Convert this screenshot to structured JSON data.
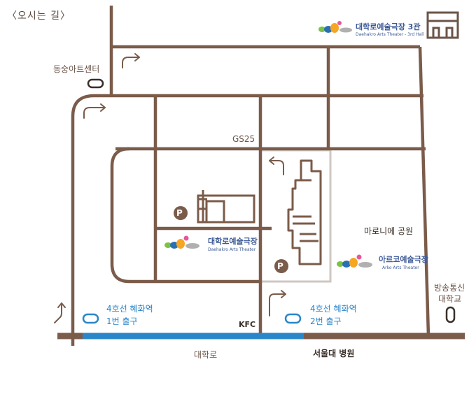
{
  "title": "〈오시는 길〉",
  "labels": {
    "dongsung_art_center": "동숭아트센터",
    "gs25": "GS25",
    "maronie_park": "마로니에 공원",
    "broadcast_univ_1": "방송통신",
    "broadcast_univ_2": "대학교",
    "kfc": "KFC",
    "daehak_ro": "대학로",
    "snu_hospital": "서울대 병원"
  },
  "exits": {
    "exit1_line": "4호선 혜화역",
    "exit1_num": "1번 출구",
    "exit2_line": "4호선 혜화역",
    "exit2_num": "2번 출구"
  },
  "theaters": {
    "t3_name": "대학로예술극장 3관",
    "t3_sub": "Daehakro Arts Theater - 3rd Hall",
    "main_name": "대학로예술극장",
    "main_sub": "Daehakro Arts Theater",
    "arko_name": "아르코예술극장",
    "arko_sub": "Arko Arts Theater"
  },
  "parking": "P",
  "icons": [
    "arrow-turn-right-icon",
    "arrow-turn-left-icon",
    "parking-icon",
    "subway-exit-icon",
    "building-icon",
    "theater-logo-icon"
  ],
  "colors": {
    "road": "#7b5b4a",
    "subway_line": "#2a86c9",
    "area_outline": "#cfc7c2",
    "theater_text": "#3d5a97",
    "exit_text": "#2a86c9"
  }
}
